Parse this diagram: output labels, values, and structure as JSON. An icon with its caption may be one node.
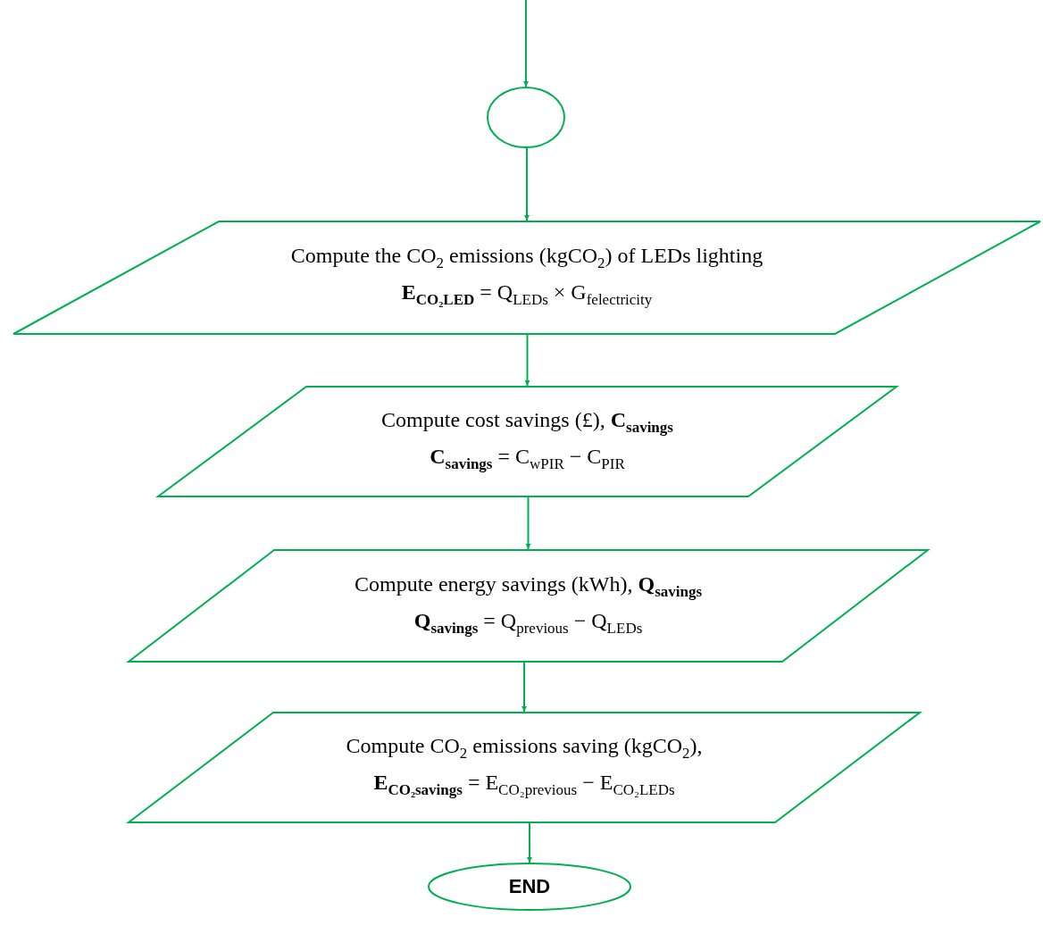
{
  "diagram": {
    "nodes": [
      {
        "text": [],
        "shape": "circle"
      },
      {
        "text": [
          "Compute the CO$_{2}$ emissions (kgCO$_{2}$) of LEDs lighting",
          "**E$_{CO₂LED}$** = Q$_{LEDs}$ × G$_{felectricity}$"
        ]
      },
      {
        "text": [
          "Compute cost savings (£), **C$_{savings}$**",
          "**C$_{savings}$** = C$_{wPIR}$ − C$_{PIR}$"
        ]
      },
      {
        "text": [
          "Compute energy savings (kWh), **Q$_{savings}$**",
          "**Q$_{savings}$** = Q$_{previous}$ − Q$_{LEDs}$"
        ]
      },
      {
        "text": [
          "Compute  CO$_{2}$ emissions saving (kgCO$_{2}$),",
          "**E$_{CO₂savings}$** = E$_{CO₂previous}$ − E$_{CO₂LEDs}$"
        ]
      },
      {
        "text": [
          "END"
        ]
      }
    ],
    "edges": [
      {
        "from": null,
        "to": 0,
        "arrow": "to"
      },
      {
        "from": 0,
        "to": 1,
        "arrow": "to"
      },
      {
        "from": 1,
        "to": 2,
        "arrow": "to"
      },
      {
        "from": 2,
        "to": 3,
        "arrow": "to"
      },
      {
        "from": 3,
        "to": 4,
        "arrow": "to"
      },
      {
        "from": 4,
        "to": 5,
        "arrow": "to"
      }
    ]
  }
}
